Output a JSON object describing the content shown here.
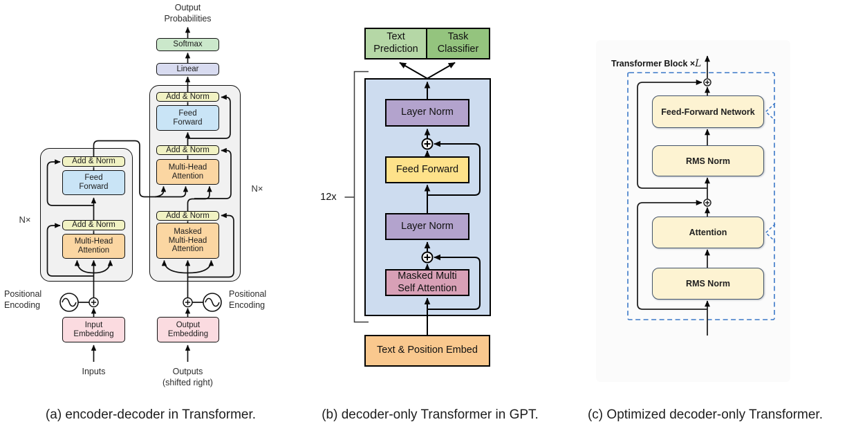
{
  "colors": {
    "add_norm": "#f1f2c3",
    "feed_forward_a": "#c9e4f6",
    "attention_a": "#fbd6a2",
    "embedding": "#fbdbe0",
    "softmax": "#cbe8cb",
    "linear": "#d8dbf0",
    "container_a": "#f1f1f1",
    "text_prediction": "#b5d7a6",
    "task_classifier": "#94c47e",
    "container_b": "#cddcef",
    "layer_norm": "#b3a3cd",
    "feed_forward_b": "#fee28a",
    "masked_attn_b": "#d8a0b6",
    "embed_b": "#f9c88e",
    "box_c": "#fdf3d2",
    "border_c": "#44546a",
    "dashed_c": "#3b78c8",
    "wire": "#0a0a0a"
  },
  "icons": {
    "plus_circle": "⊕",
    "sine_wave": "∿"
  },
  "captions": {
    "a": "(a) encoder-decoder in Transformer.",
    "b": "(b) decoder-only Transformer in GPT.",
    "c": "(c) Optimized decoder-only Transformer."
  },
  "panel_a": {
    "output_probabilities": "Output\nProbabilities",
    "softmax": "Softmax",
    "linear": "Linear",
    "add_norm": "Add & Norm",
    "feed_forward": "Feed\nForward",
    "multi_head_attention": "Multi-Head\nAttention",
    "masked_multi_head_attention": "Masked\nMulti-Head\nAttention",
    "input_embedding": "Input\nEmbedding",
    "output_embedding": "Output\nEmbedding",
    "n_times": "N×",
    "positional_encoding": "Positional\nEncoding",
    "inputs": "Inputs",
    "outputs": "Outputs\n(shifted right)"
  },
  "panel_b": {
    "text_prediction": "Text\nPrediction",
    "task_classifier": "Task\nClassifier",
    "layer_norm": "Layer Norm",
    "feed_forward": "Feed Forward",
    "masked_multi_self_attention": "Masked Multi\nSelf Attention",
    "text_position_embed": "Text & Position Embed",
    "repeat": "12x"
  },
  "panel_c": {
    "title_prefix": "Transformer Block ×",
    "title_L": "L",
    "feed_forward_network": "Feed-Forward Network",
    "rms_norm": "RMS Norm",
    "attention": "Attention"
  }
}
